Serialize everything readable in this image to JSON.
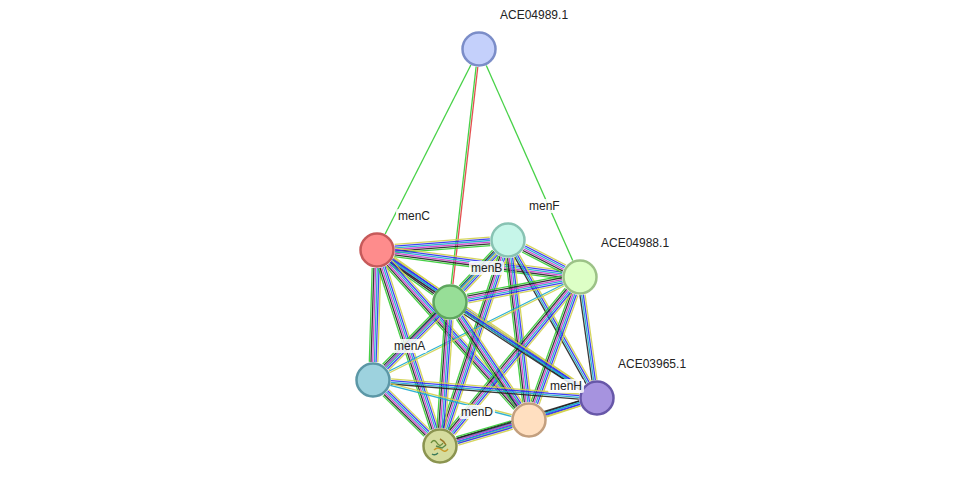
{
  "diagram": {
    "nodes": [
      {
        "text": [
          "ACE04989.1"
        ]
      },
      {
        "text": [
          "menC"
        ]
      },
      {
        "text": [
          "menF"
        ]
      },
      {
        "text": [
          "ACE04988.1"
        ]
      },
      {
        "text": [
          "menB"
        ]
      },
      {
        "text": [
          "menA"
        ]
      },
      {
        "text": [
          "ACE03965.1"
        ]
      },
      {
        "text": [
          "menH"
        ]
      },
      {
        "text": [
          "menD"
        ]
      }
    ],
    "edges": [
      {
        "from": 0,
        "to": 1,
        "arrow": "none"
      },
      {
        "from": 0,
        "to": 4,
        "arrow": "none"
      },
      {
        "from": 0,
        "to": 3,
        "arrow": "none"
      },
      {
        "from": 1,
        "to": 2,
        "arrow": "none"
      },
      {
        "from": 1,
        "to": 3,
        "arrow": "none"
      },
      {
        "from": 1,
        "to": 4,
        "arrow": "none"
      },
      {
        "from": 1,
        "to": 5,
        "arrow": "none"
      },
      {
        "from": 1,
        "to": 6,
        "arrow": "none"
      },
      {
        "from": 1,
        "to": 7,
        "arrow": "none"
      },
      {
        "from": 1,
        "to": 8,
        "arrow": "none"
      },
      {
        "from": 2,
        "to": 3,
        "arrow": "none"
      },
      {
        "from": 2,
        "to": 4,
        "arrow": "none"
      },
      {
        "from": 2,
        "to": 5,
        "arrow": "none"
      },
      {
        "from": 2,
        "to": 6,
        "arrow": "none"
      },
      {
        "from": 2,
        "to": 7,
        "arrow": "none"
      },
      {
        "from": 2,
        "to": 8,
        "arrow": "none"
      },
      {
        "from": 3,
        "to": 4,
        "arrow": "none"
      },
      {
        "from": 3,
        "to": 5,
        "arrow": "none"
      },
      {
        "from": 3,
        "to": 6,
        "arrow": "none"
      },
      {
        "from": 3,
        "to": 7,
        "arrow": "none"
      },
      {
        "from": 3,
        "to": 8,
        "arrow": "none"
      },
      {
        "from": 4,
        "to": 5,
        "arrow": "none"
      },
      {
        "from": 4,
        "to": 6,
        "arrow": "none"
      },
      {
        "from": 4,
        "to": 7,
        "arrow": "none"
      },
      {
        "from": 4,
        "to": 8,
        "arrow": "none"
      },
      {
        "from": 5,
        "to": 6,
        "arrow": "none"
      },
      {
        "from": 5,
        "to": 7,
        "arrow": "none"
      },
      {
        "from": 5,
        "to": 8,
        "arrow": "none"
      },
      {
        "from": 6,
        "to": 7,
        "arrow": "none"
      },
      {
        "from": 6,
        "to": 8,
        "arrow": "none"
      },
      {
        "from": 7,
        "to": 8,
        "arrow": "none"
      }
    ]
  }
}
